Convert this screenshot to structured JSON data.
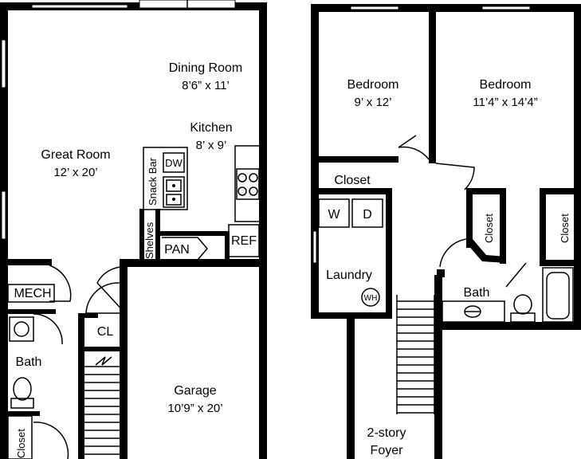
{
  "floor1": {
    "great_room": {
      "name": "Great Room",
      "size": "12’ x 20’"
    },
    "dining_room": {
      "name": "Dining Room",
      "size": "8’6” x 11’"
    },
    "kitchen": {
      "name": "Kitchen",
      "size": "8’ x 9’"
    },
    "snack_bar": "Snack Bar",
    "dw": "DW",
    "shelves": "Shelves",
    "pan": "PAN",
    "ref": "REF",
    "mech": "MECH",
    "cl": "CL",
    "bath": "Bath",
    "closet": "Closet",
    "garage": {
      "name": "Garage",
      "size": "10’9” x 20’"
    }
  },
  "floor2": {
    "bedroom1": {
      "name": "Bedroom",
      "size": "9’ x 12’"
    },
    "bedroom2": {
      "name": "Bedroom",
      "size": "11’4” x 14’4”"
    },
    "closet_main": "Closet",
    "closet_left": "Closet",
    "closet_right": "Closet",
    "washer": "W",
    "dryer": "D",
    "laundry": "Laundry",
    "water_heater": "WH",
    "bath": "Bath",
    "foyer_line1": "2-story",
    "foyer_line2": "Foyer"
  }
}
